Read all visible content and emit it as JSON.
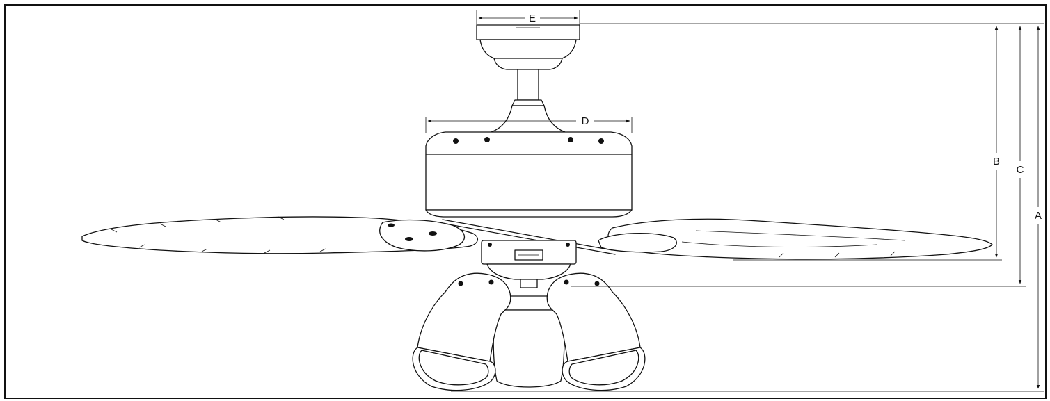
{
  "diagram": {
    "dimensions": [
      {
        "id": "E",
        "label": "E"
      },
      {
        "id": "D",
        "label": "D"
      },
      {
        "id": "B",
        "label": "B"
      },
      {
        "id": "C",
        "label": "C"
      },
      {
        "id": "A",
        "label": "A"
      }
    ],
    "colors": {
      "line": "#111111",
      "background": "#ffffff"
    }
  }
}
